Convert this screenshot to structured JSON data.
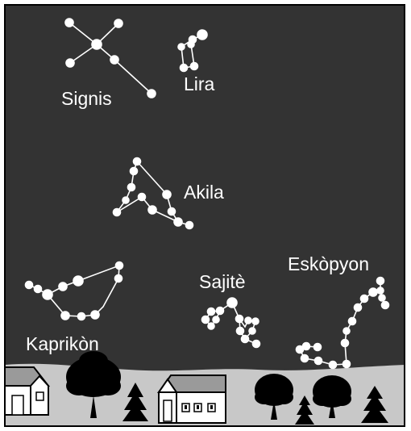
{
  "constellations": {
    "cygnus": "Signis",
    "lyra": "Lira",
    "aquila": "Akila",
    "sagitta": "Sajitè",
    "scorpius": "Eskòpyon",
    "capricornus": "Kaprikòn"
  },
  "colors": {
    "sky": "#333333",
    "star": "#ffffff",
    "ground": "#c8c8c8",
    "tree": "#000000",
    "house": "#ffffff"
  }
}
